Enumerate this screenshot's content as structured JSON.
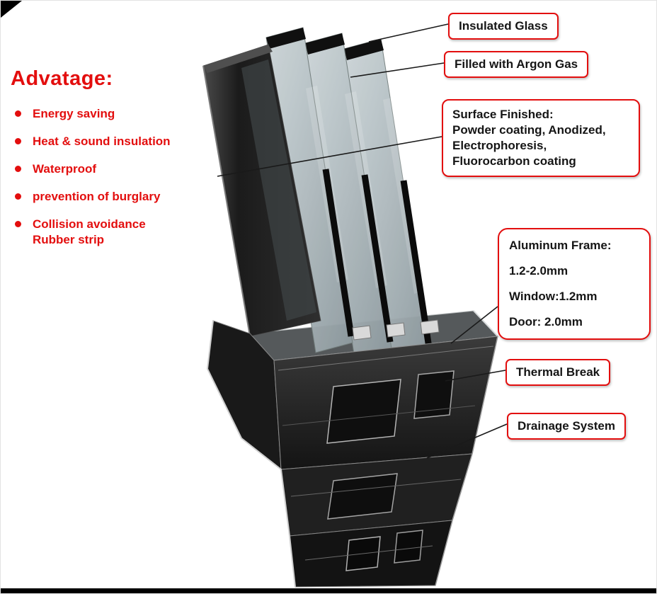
{
  "advantages": {
    "title": "Advatage:",
    "items": [
      "Energy saving",
      "Heat & sound insulation",
      "Waterproof",
      "prevention of burglary",
      "Collision avoidance\nRubber strip"
    ]
  },
  "callouts": {
    "insulated_glass": {
      "label": "Insulated Glass"
    },
    "argon_gas": {
      "label": "Filled with Argon Gas"
    },
    "surface_finished": {
      "title": "Surface Finished:",
      "body": "Powder coating, Anodized,\nElectrophoresis,\nFluorocarbon coating"
    },
    "aluminum_frame": {
      "title": "Aluminum Frame:",
      "line1": "1.2-2.0mm",
      "line2": "Window:1.2mm",
      "line3": "Door: 2.0mm"
    },
    "thermal_break": {
      "label": "Thermal Break"
    },
    "drainage_system": {
      "label": "Drainage System"
    }
  },
  "colors": {
    "accent_red": "#e30e0e",
    "text_black": "#151515",
    "frame_dark": "#1c1c1c",
    "glass_gray": "#aeb9bd"
  }
}
